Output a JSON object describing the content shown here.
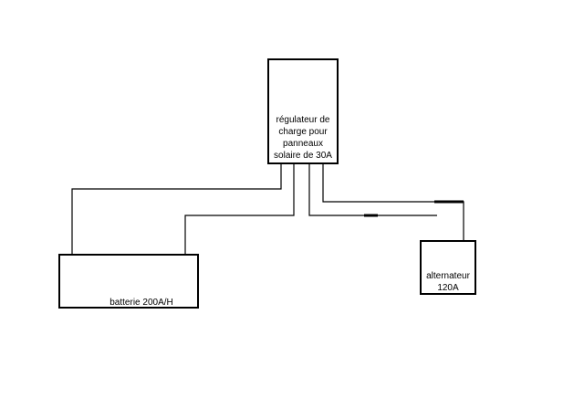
{
  "diagram": {
    "regulator": {
      "lines": [
        "régulateur de",
        "charge pour",
        "panneaux",
        "solaire de 30A"
      ]
    },
    "battery": {
      "label": "batterie 200A/H"
    },
    "alternator": {
      "lines": [
        "alternateur",
        "120A"
      ]
    },
    "colors": {
      "line": "#000000",
      "background": "#ffffff"
    }
  }
}
